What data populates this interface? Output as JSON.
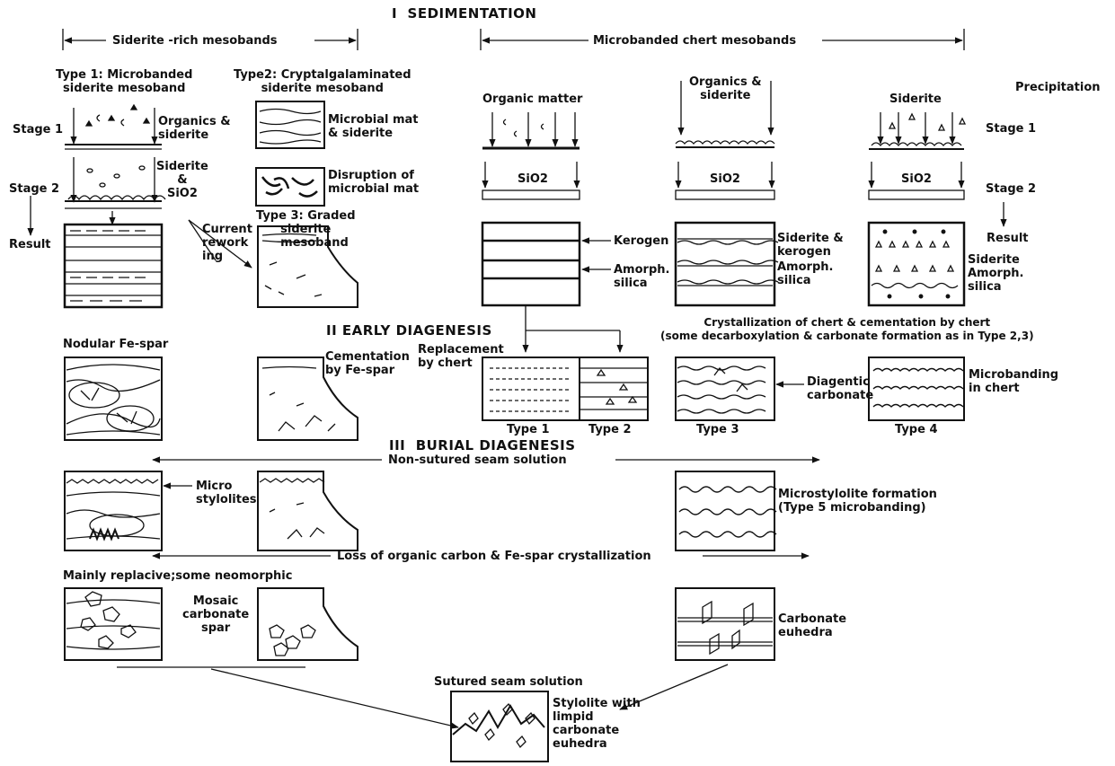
{
  "sections": {
    "sedimentation": "I  SEDIMENTATION",
    "early_diagenesis": "II EARLY DIAGENESIS",
    "burial_diagenesis": "III  BURIAL DIAGENESIS"
  },
  "spans": {
    "siderite_rich": "Siderite -rich mesobands",
    "microbanded_chert": "Microbanded chert mesobands",
    "non_sutured": "Non-sutured seam solution",
    "loss_organic": "Loss of organic carbon & Fe-spar crystallization"
  },
  "labels": {
    "precipitation": "Precipitation",
    "type1_title": "Type 1: Microbanded\nsiderite mesoband",
    "type2_title": "Type2: Cryptalgalaminated\nsiderite mesoband",
    "stage1_left": "Stage 1",
    "organics_siderite_left": "Organics &\nsiderite",
    "siderite_sio2": "Siderite\n&\nSiO2",
    "stage2_left": "Stage 2",
    "result_left": "Result",
    "microbial_mat": "Microbial mat\n& siderite",
    "disruption": "Disruption of\nmicrobial mat",
    "current_reworking": "Current\nrework\ning",
    "type3_graded": "Type 3: Graded\n      siderite\n      mesoband",
    "organic_matter": "Organic matter",
    "organics_siderite_mid": "Organics &\nsiderite",
    "siderite_top": "Siderite",
    "stage1_right": "Stage 1",
    "stage2_right": "Stage 2",
    "result_right": "Result",
    "sio2": "SiO2",
    "kerogen": "Kerogen",
    "amorph_silica": "Amorph.\nsilica",
    "siderite_kerogen": "Siderite &\nkerogen",
    "siderite_right": "Siderite",
    "crystallization": "Crystallization of chert & cementation by chert\n(some decarboxylation & carbonate formation as in Type 2,3)",
    "nodular_fespar": "Nodular Fe-spar",
    "cementation_fespar": "Cementation\nby Fe-spar",
    "replacement_chert": "Replacement\nby chert",
    "diagenetic_carbonate": "Diagentic\ncarbonate",
    "microbanding_chert": "Microbanding\nin chert",
    "type1": "Type 1",
    "type2": "Type 2",
    "type3": "Type 3",
    "type4": "Type 4",
    "micro_stylolites": "Micro\nstylolites",
    "microstylolite_formation": "Microstylolite formation\n(Type 5 microbanding)",
    "mainly_replacive": "Mainly replacive;some neomorphic",
    "mosaic_spar": "Mosaic\ncarbonate\nspar",
    "carbonate_euhedra": "Carbonate\neuhedra",
    "sutured_seam": "Sutured seam solution",
    "stylolite_limpid": "Stylolite with\nlimpid\ncarbonate\neuhedra"
  },
  "colors": {
    "ink": "#111111",
    "paper": "#ffffff"
  }
}
